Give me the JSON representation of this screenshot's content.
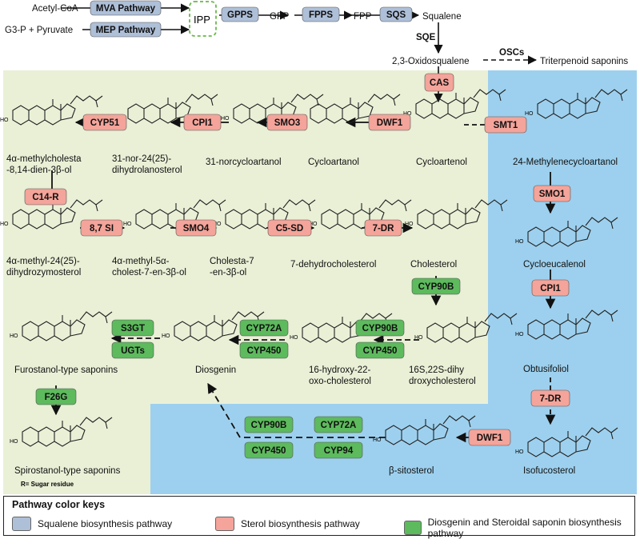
{
  "colors": {
    "squalene": "#aebfd8",
    "sterol": "#f4a49a",
    "saponin": "#5dba5d",
    "panel_green": "#e9f0d6",
    "panel_blue": "#9dd0ee",
    "ipp_box": "#6ab84a"
  },
  "top": {
    "acetyl_coa": "Acetyl-CoA",
    "g3p": "G3-P + Pyruvate",
    "mva": "MVA Pathway",
    "mep": "MEP Pathway",
    "ipp": "IPP",
    "gpps": "GPPS",
    "gpp": "GPP",
    "fpps": "FPPS",
    "fpp": "FPP",
    "sqs": "SQS",
    "squalene": "Squalene",
    "sqe": "SQE",
    "oxidosqualene": "2,3-Oxidosqualene",
    "oscs": "OSCs",
    "triterpenoid": "Triterpenoid saponins"
  },
  "enzymes": {
    "cas": "CAS",
    "cyp51": "CYP51",
    "cpi1_a": "CPI1",
    "smo3": "SMO3",
    "dwf1_a": "DWF1",
    "smt1": "SMT1",
    "c14r": "C14-R",
    "si87": "8,7 SI",
    "smo4": "SMO4",
    "c5sd": "C5-SD",
    "dr7_a": "7-DR",
    "smo1": "SMO1",
    "cpi1_b": "CPI1",
    "dr7_b": "7-DR",
    "dwf1_b": "DWF1",
    "cyp90b_a": "CYP90B",
    "cyp90b_b": "CYP90B",
    "cyp450_a": "CYP450",
    "cyp72a_a": "CYP72A",
    "cyp450_b": "CYP450",
    "s3gt": "S3GT",
    "ugts": "UGTs",
    "f26g": "F26G",
    "cyp90b_c": "CYP90B",
    "cyp450_c": "CYP450",
    "cyp72a_b": "CYP72A",
    "cyp94": "CYP94"
  },
  "compounds": {
    "cycloartenol": "Cycloartenol",
    "cycloartanol": "Cycloartanol",
    "norcycloartanol": "31-norcycloartanol",
    "dihydrolanosterol_1": "31-nor-24(25)-",
    "dihydrolanosterol_2": "dihydrolanosterol",
    "methylcholesta_1": "4α-methylcholesta",
    "methylcholesta_2": "-8,14-dien-3β-ol",
    "methylenecycloartanol": "24-Methylenecycloartanol",
    "zymosterol_1": "4α-methyl-24(25)-",
    "zymosterol_2": "dihydrozymosterol",
    "cholest7en_1": "4α-methyl-5α-",
    "cholest7en_2": "cholest-7-en-3β-ol",
    "cholesta7_1": "Cholesta-7",
    "cholesta7_2": "-en-3β-ol",
    "dehydrocholesterol": "7-dehydrocholesterol",
    "cholesterol": "Cholesterol",
    "cycloeucalenol": "Cycloeucalenol",
    "obtusifoliol": "Obtusifoliol",
    "isofucosterol": "Isofucosterol",
    "sitosterol": "β-sitosterol",
    "dihydroxy_1": "16S,22S-dihy",
    "dihydroxy_2": "droxycholesterol",
    "oxo_1": "16-hydroxy-22-",
    "oxo_2": "oxo-cholesterol",
    "diosgenin": "Diosgenin",
    "furostanol": "Furostanol-type saponins",
    "spirostanol": "Spirostanol-type saponins",
    "r_note": "R= Sugar residue"
  },
  "key": {
    "title": "Pathway color keys",
    "squalene": "Squalene biosynthesis pathway",
    "sterol": "Sterol biosynthesis pathway",
    "saponin": "Diosgenin and Steroidal saponin biosynthesis pathway"
  }
}
